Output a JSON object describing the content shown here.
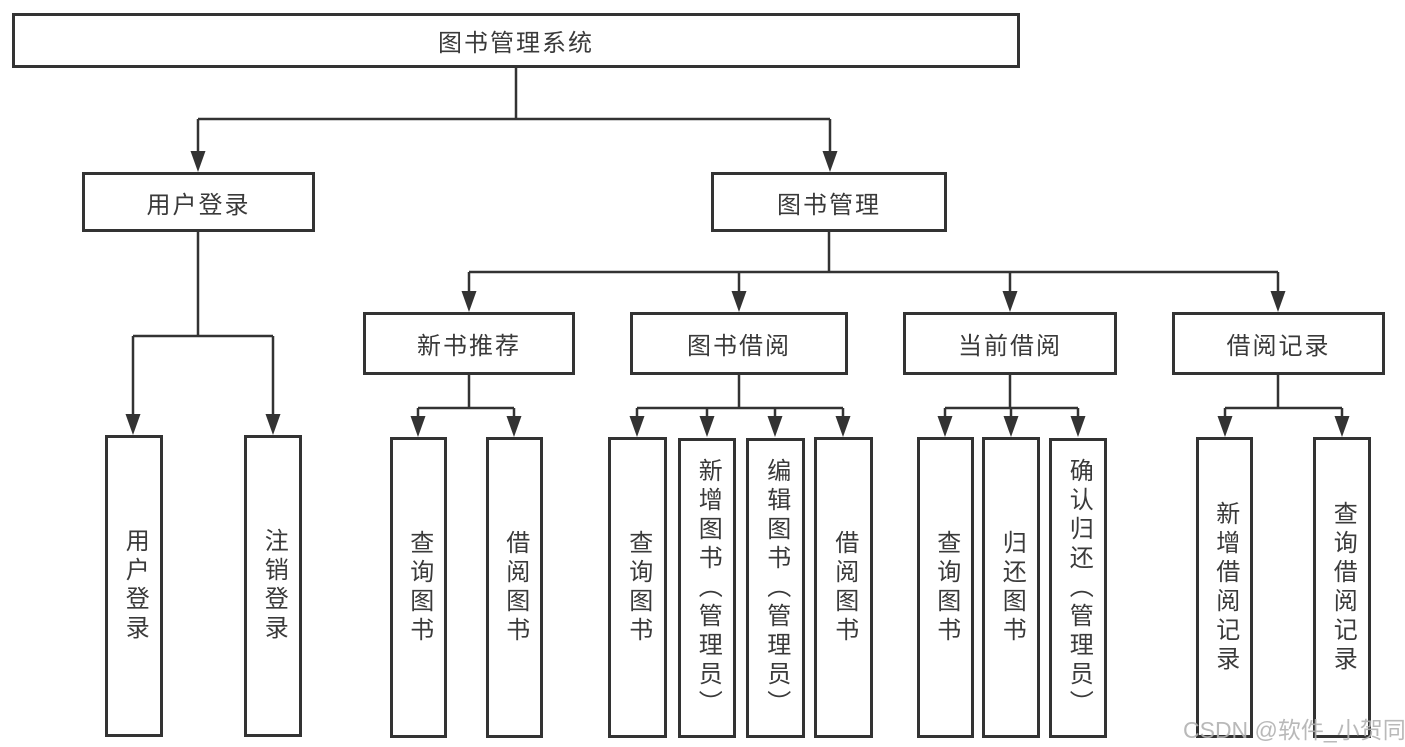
{
  "colors": {
    "line": "#333333",
    "box_border": "#333333",
    "text": "#3a3a3a",
    "background": "#ffffff",
    "watermark": "#b2b2b2"
  },
  "watermark": "CSDN @软件_小贺同学",
  "tree": {
    "root": "图书管理系统",
    "children": [
      {
        "label": "用户登录",
        "children": [
          "用户登录",
          "注销登录"
        ]
      },
      {
        "label": "图书管理",
        "children": [
          {
            "label": "新书推荐",
            "children": [
              "查询图书",
              "借阅图书"
            ]
          },
          {
            "label": "图书借阅",
            "children": [
              "查询图书",
              "新增图书（管理员）",
              "编辑图书（管理员）",
              "借阅图书"
            ]
          },
          {
            "label": "当前借阅",
            "children": [
              "查询图书",
              "归还图书",
              "确认归还（管理员）"
            ]
          },
          {
            "label": "借阅记录",
            "children": [
              "新增借阅记录",
              "查询借阅记录"
            ]
          }
        ]
      }
    ]
  }
}
